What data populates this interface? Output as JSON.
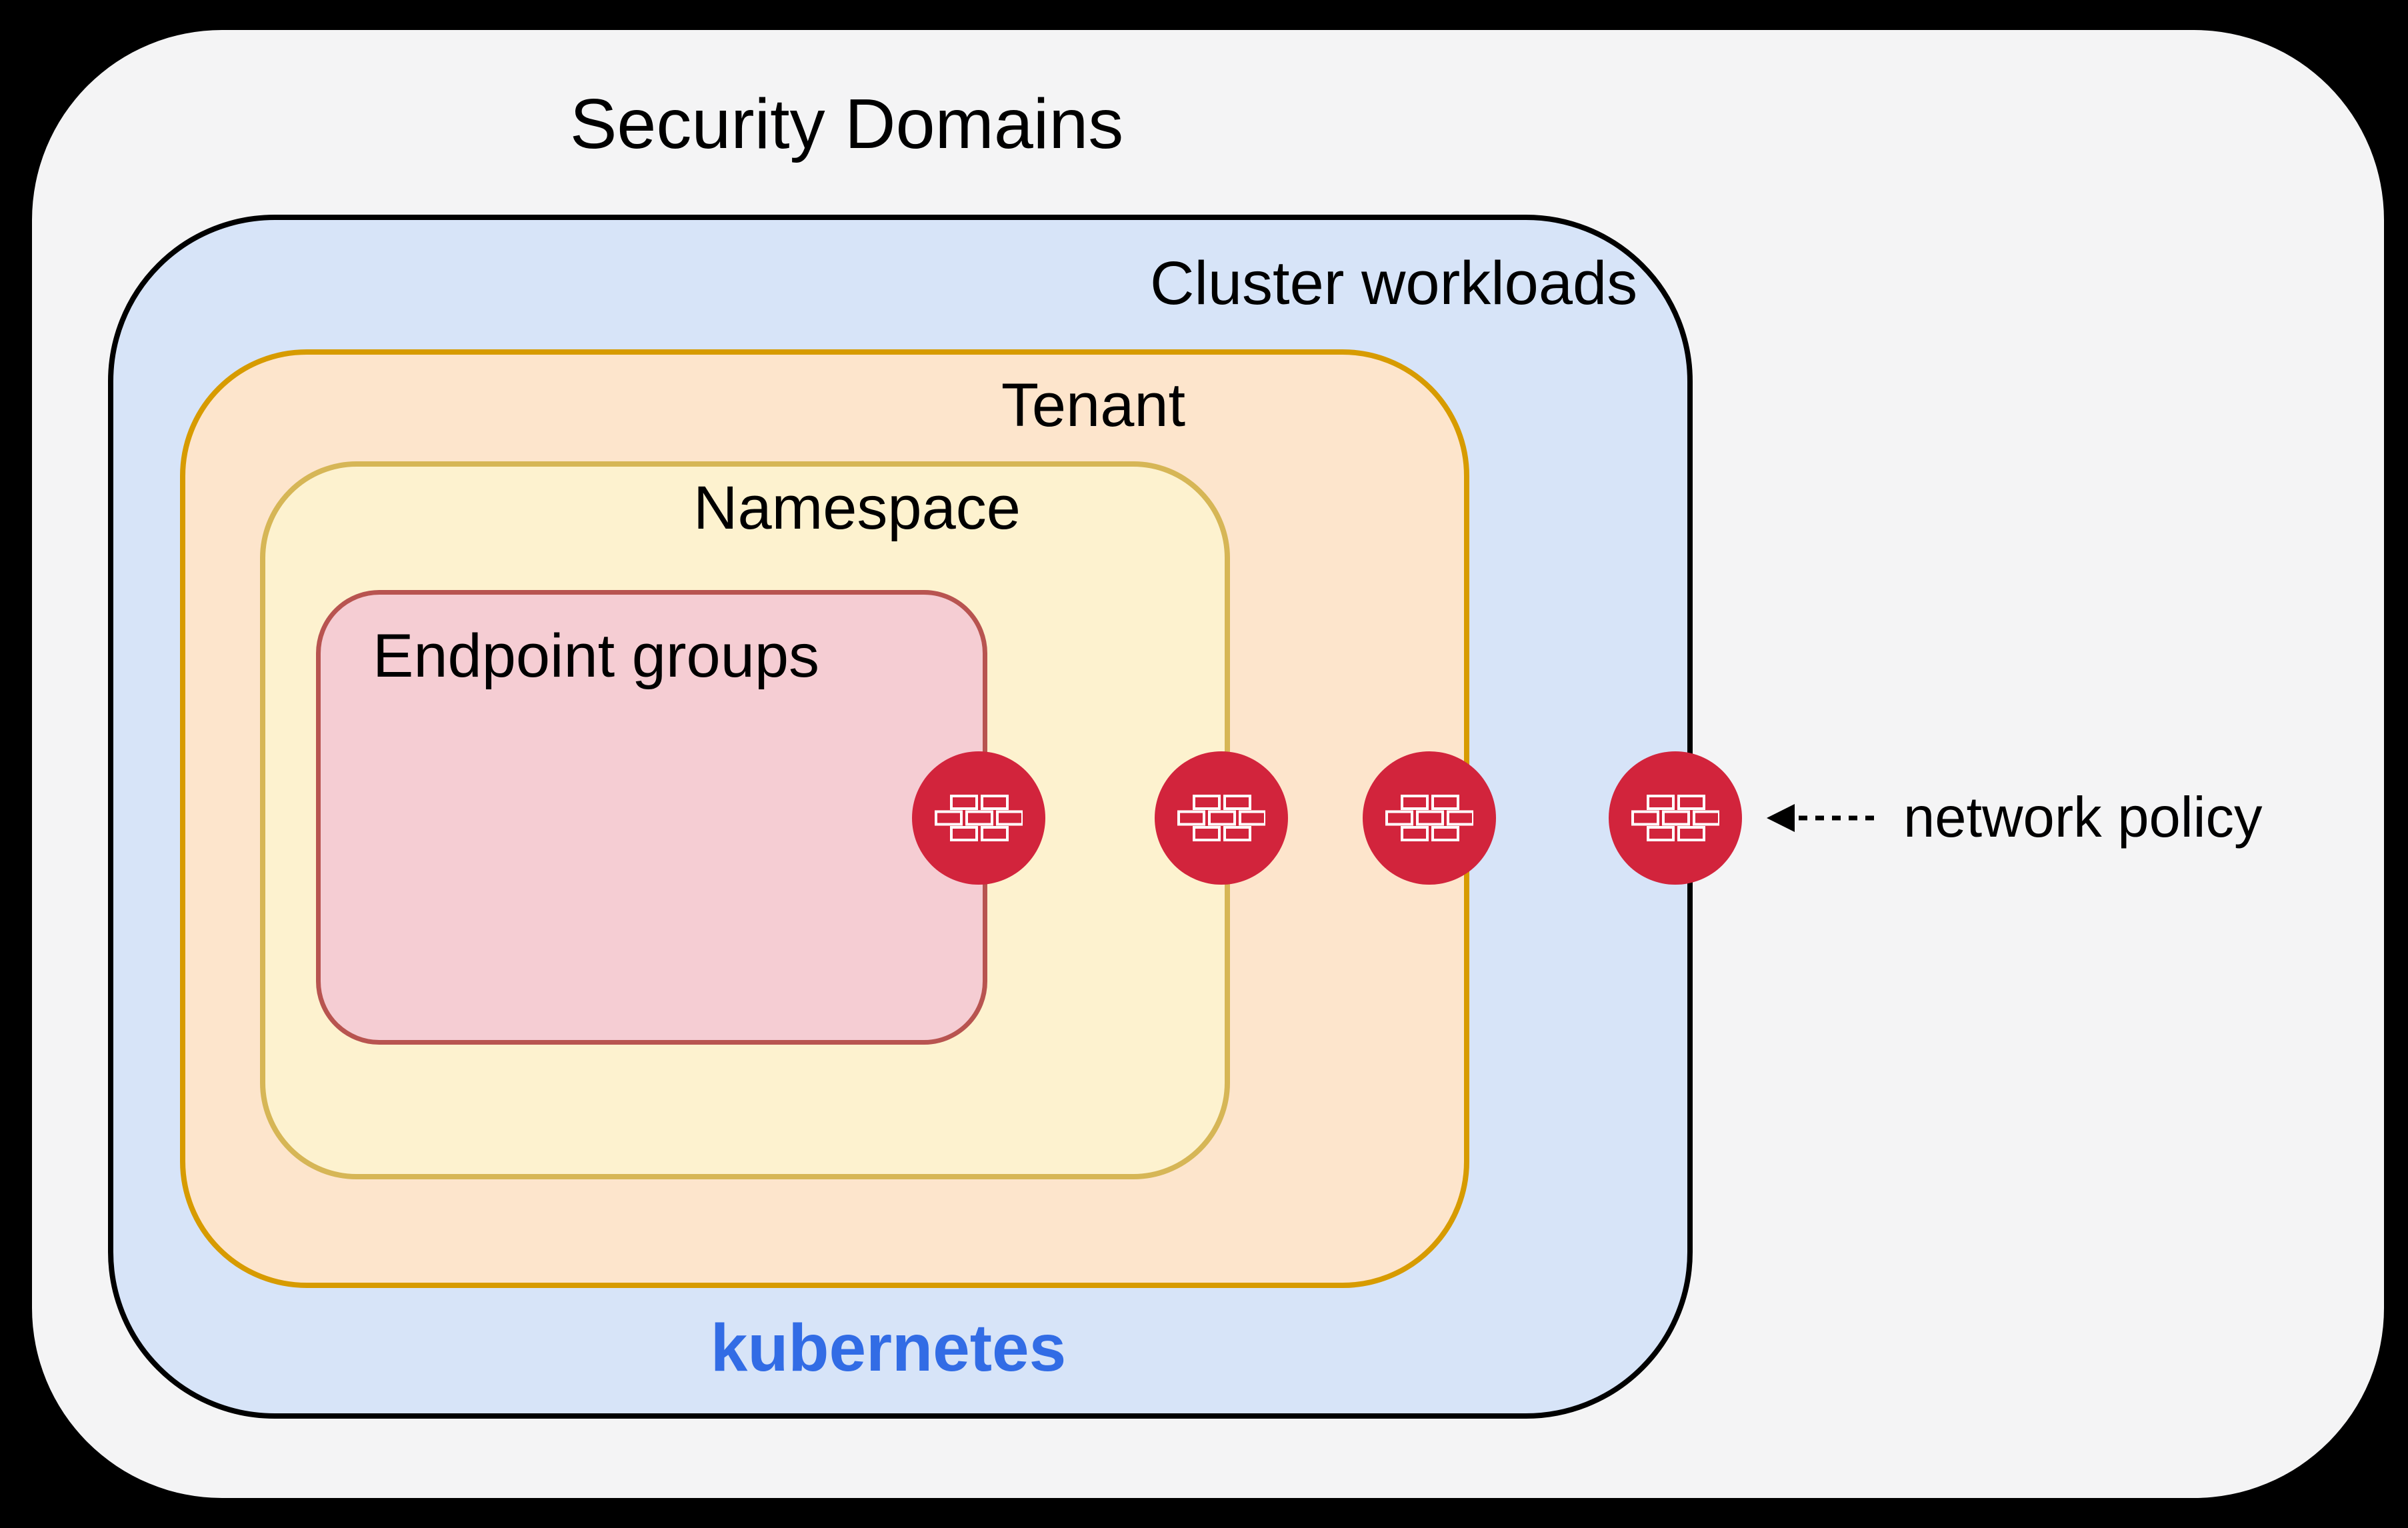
{
  "diagram": {
    "title": "Security Domains",
    "boxes": {
      "cluster": {
        "label": "Cluster workloads"
      },
      "tenant": {
        "label": "Tenant"
      },
      "namespace": {
        "label": "Namespace"
      },
      "endpoint": {
        "label": "Endpoint groups"
      }
    },
    "brand": {
      "kubernetes": "kubernetes"
    },
    "annotation": {
      "network_policy": "network policy"
    },
    "colors": {
      "bg": "#000000",
      "gray": "#f4f4f5",
      "blue": "#d7e4f8",
      "blue_border": "#000000",
      "orange": "#fde5cc",
      "orange_border": "#d79b00",
      "yellow": "#fdf2cf",
      "yellow_border": "#d6b656",
      "pink": "#f5cdd3",
      "pink_border": "#b85450",
      "red": "#d2243c",
      "kubernetes": "#326ce5",
      "text": "#000000"
    }
  }
}
